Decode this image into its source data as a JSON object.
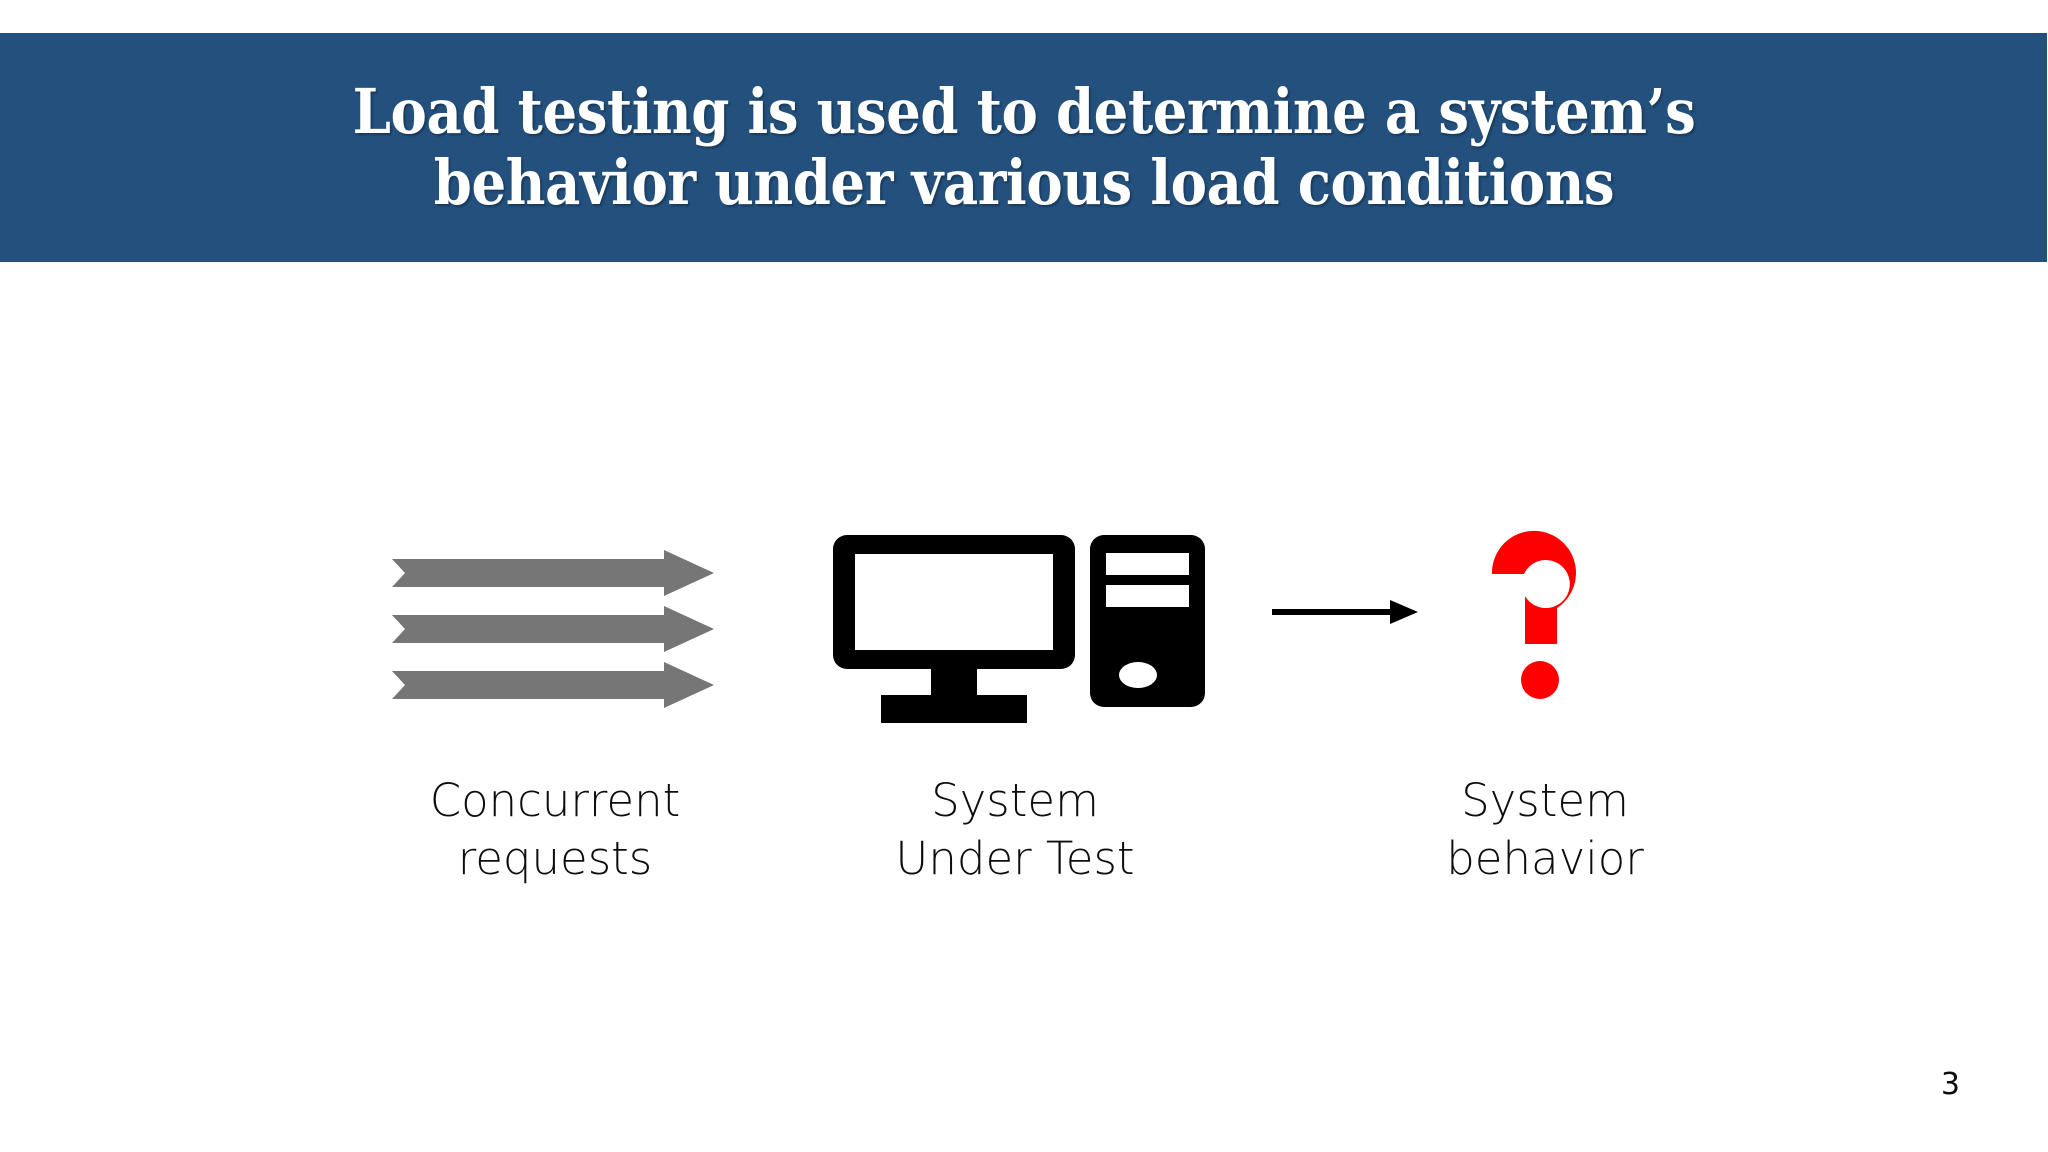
{
  "slide": {
    "page_number": "3",
    "background_color": "#FFFFFF"
  },
  "title": {
    "text": "Load testing is used to determine a system’s\nbehavior under various load conditions",
    "line1": "Load testing is used to determine a system’s",
    "line2": "behavior under various load conditions",
    "band_color": "#23507D",
    "text_color": "#FFFFFF"
  },
  "diagram": {
    "type": "flow",
    "stages": [
      {
        "id": "concurrent-requests",
        "caption": "Concurrent\nrequests",
        "caption_line1": "Concurrent",
        "caption_line2": "requests",
        "icon": "gray-block-arrows",
        "arrow_count": 3,
        "arrow_color": "#767676"
      },
      {
        "id": "system-under-test",
        "caption": "System\nUnder Test",
        "caption_line1": "System",
        "caption_line2": "Under Test",
        "icon": "desktop-computer",
        "icon_color": "#000000"
      },
      {
        "id": "system-behavior",
        "caption": "System\nbehavior",
        "caption_line1": "System",
        "caption_line2": "behavior",
        "icon": "question-mark",
        "icon_color": "#FF0000",
        "connector": "thin-black-arrow",
        "connector_color": "#000000"
      }
    ]
  },
  "colors": {
    "accent_blue": "#23507D",
    "arrow_gray": "#767676",
    "alert_red": "#FF0000",
    "ink_black": "#0D0D0D"
  }
}
